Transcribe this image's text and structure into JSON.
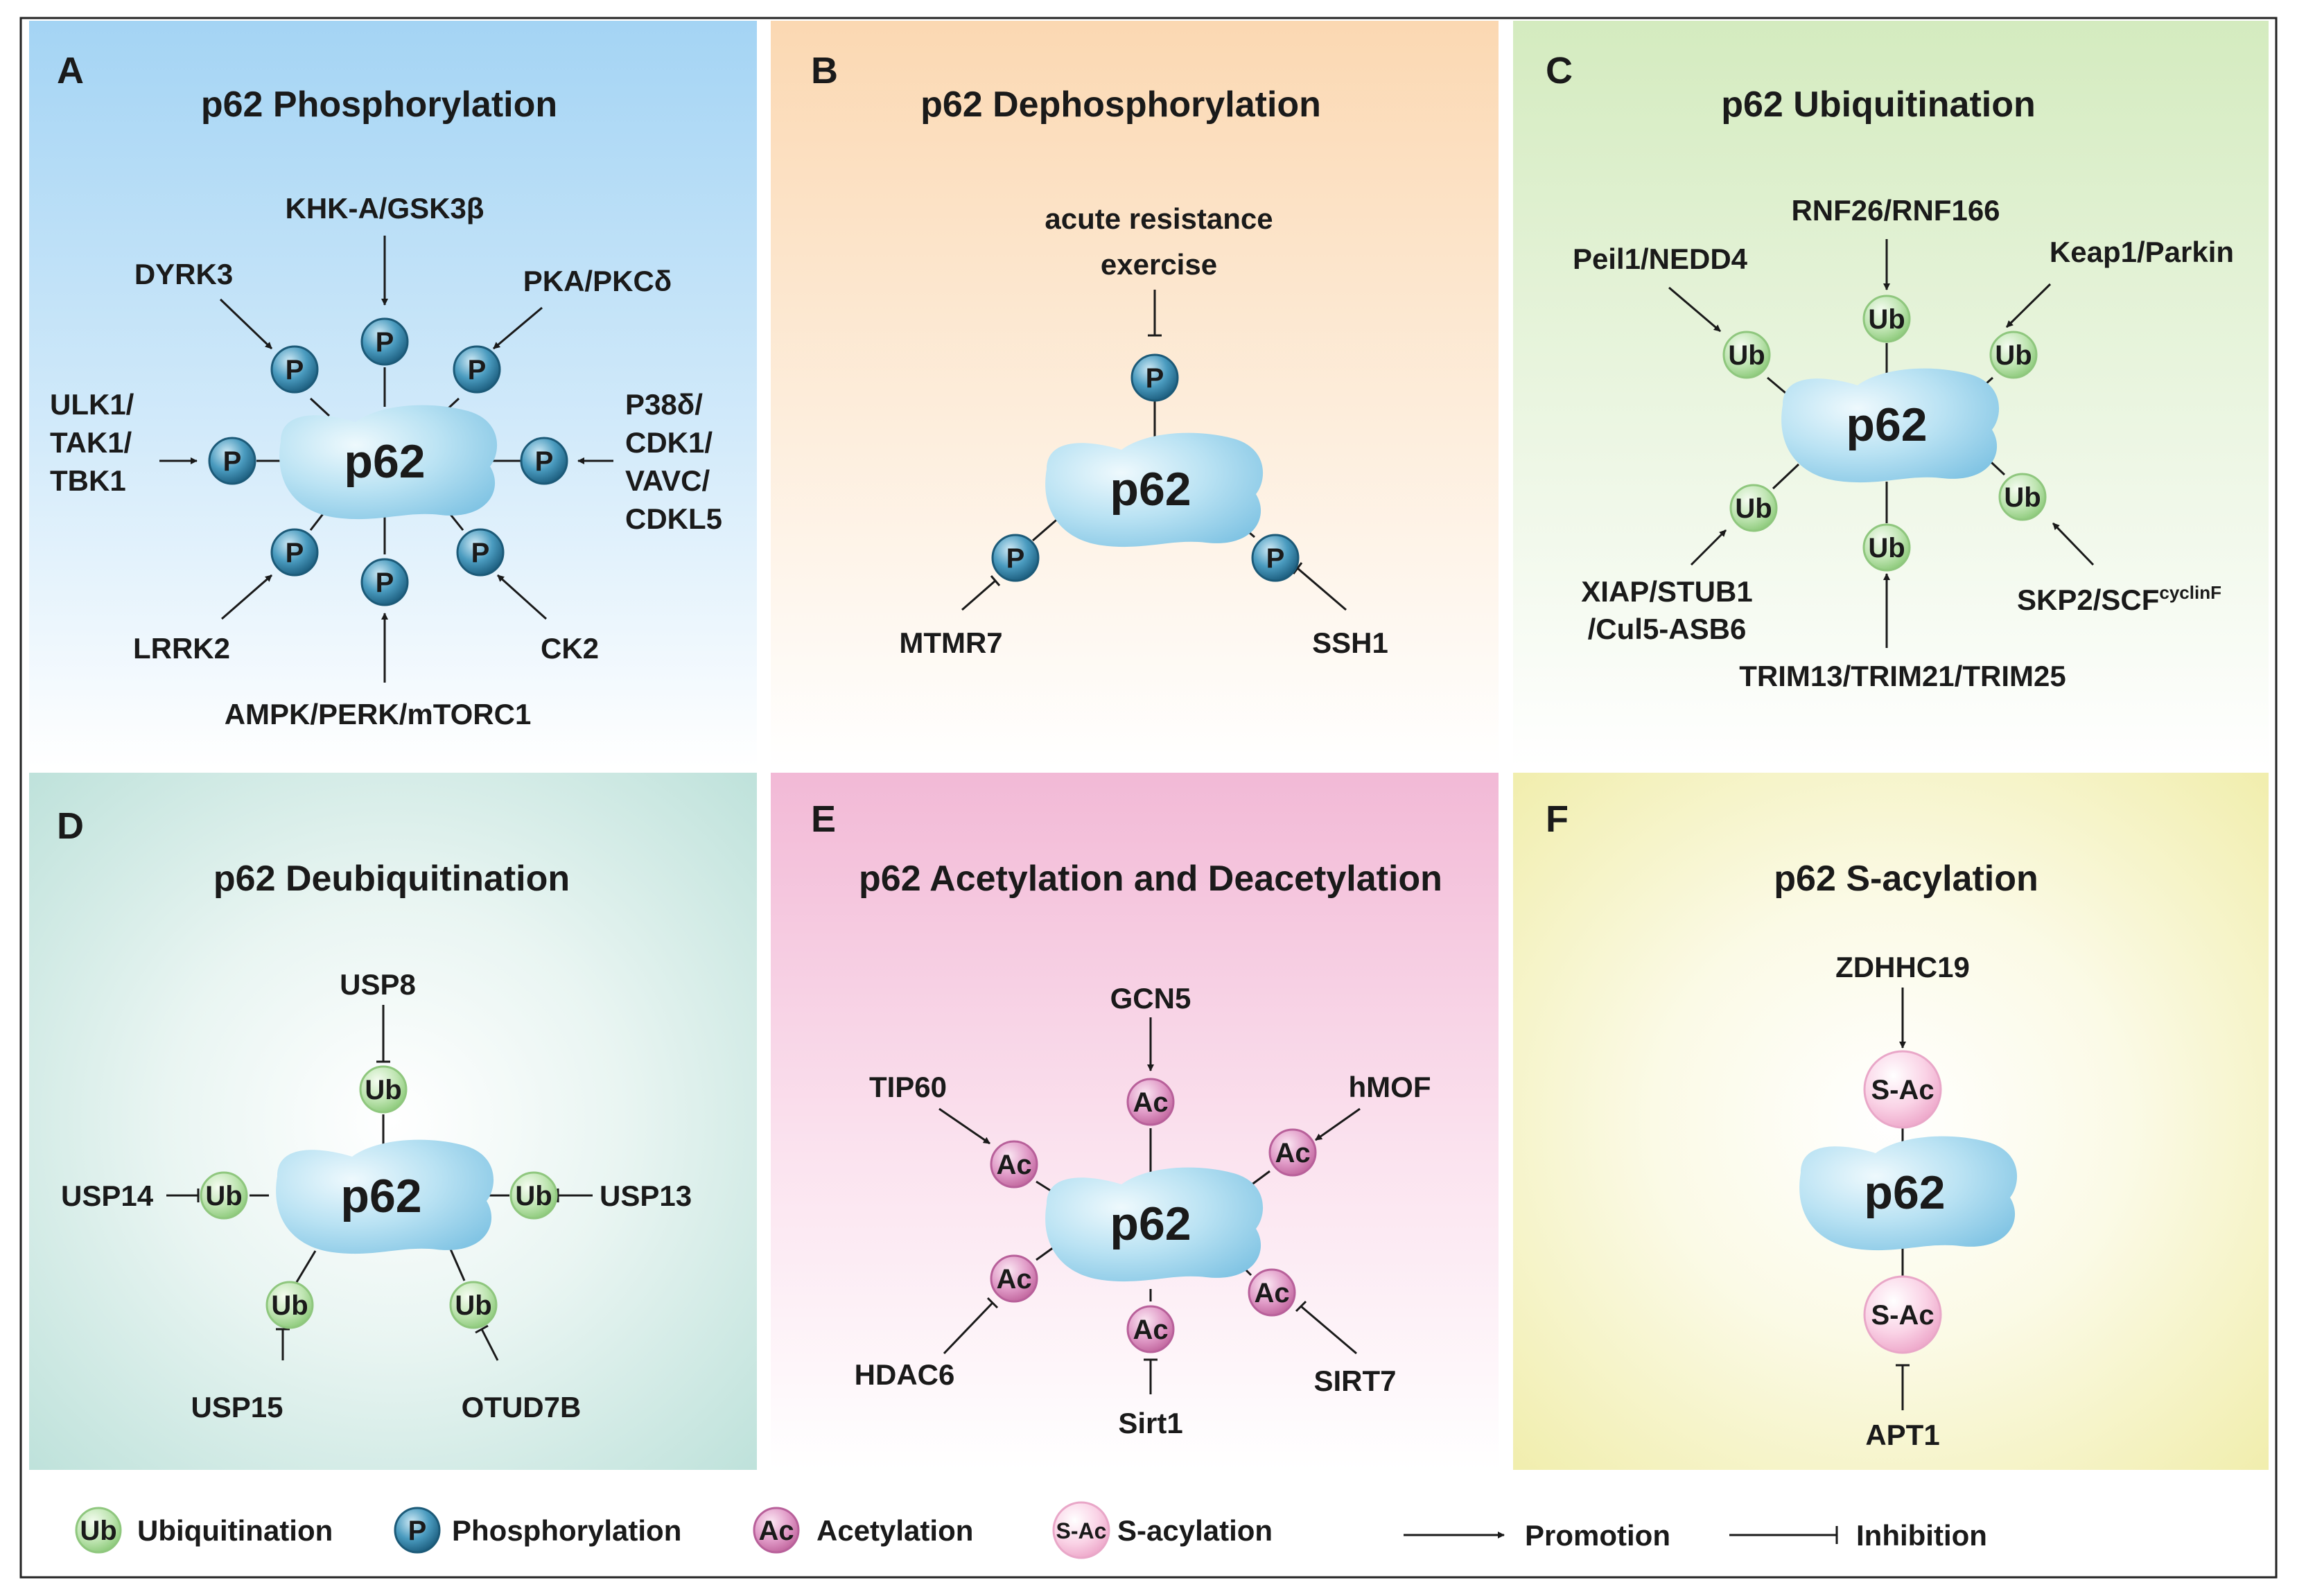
{
  "figure": {
    "panels": {
      "A": {
        "letter": "A",
        "title": "p62 Phosphorylation",
        "center": "p62",
        "mod": "P",
        "labels": {
          "top": "KHK-A/GSK3β",
          "top_left": "DYRK3",
          "top_right": "PKA/PKCδ",
          "left": [
            "ULK1/",
            "TAK1/",
            "TBK1"
          ],
          "right": [
            "P38δ/",
            "CDK1/",
            "VAVC/",
            "CDKL5"
          ],
          "bottom_left": "LRRK2",
          "bottom_right": "CK2",
          "bottom": "AMPK/PERK/mTORC1"
        }
      },
      "B": {
        "letter": "B",
        "title": "p62 Dephosphorylation",
        "center": "p62",
        "mod": "P",
        "labels": {
          "top": [
            "acute resistance",
            "exercise"
          ],
          "bottom_left": "MTMR7",
          "bottom_right": "SSH1"
        }
      },
      "C": {
        "letter": "C",
        "title": "p62 Ubiquitination",
        "center": "p62",
        "mod": "Ub",
        "labels": {
          "top": "RNF26/RNF166",
          "top_left": "Peil1/NEDD4",
          "top_right": "Keap1/Parkin",
          "bottom_left": [
            "XIAP/STUB1",
            "/Cul5-ASB6"
          ],
          "bottom": "TRIM13/TRIM21/TRIM25",
          "bottom_right": "SKP2/SCF",
          "bottom_right_sup": "cyclinF"
        }
      },
      "D": {
        "letter": "D",
        "title": "p62 Deubiquitination",
        "center": "p62",
        "mod": "Ub",
        "labels": {
          "top": "USP8",
          "left": "USP14",
          "right": "USP13",
          "bottom_left": "USP15",
          "bottom_right": "OTUD7B"
        }
      },
      "E": {
        "letter": "E",
        "title": "p62 Acetylation and Deacetylation",
        "center": "p62",
        "mod": "Ac",
        "labels": {
          "top": "GCN5",
          "top_left": "TIP60",
          "top_right": "hMOF",
          "bottom_left": "HDAC6",
          "bottom": "Sirt1",
          "bottom_right": "SIRT7"
        }
      },
      "F": {
        "letter": "F",
        "title": "p62 S-acylation",
        "center": "p62",
        "mod": "S-Ac",
        "labels": {
          "top": "ZDHHC19",
          "bottom": "APT1"
        }
      }
    },
    "legend": {
      "ub_symbol": "Ub",
      "ub_label": "Ubiquitination",
      "p_symbol": "P",
      "p_label": "Phosphorylation",
      "ac_symbol": "Ac",
      "ac_label": "Acetylation",
      "sac_symbol": "S-Ac",
      "sac_label": "S-acylation",
      "promotion_label": "Promotion",
      "inhibition_label": "Inhibition"
    },
    "colors": {
      "phospho_fill": "#2f7fa3",
      "ub_fill": "#b9e0ab",
      "ac_fill": "#d98fbf",
      "sac_fill": "#f7c9df",
      "blob": "#a8d8ee",
      "panel_a_bg": "#a9d6f5",
      "panel_b_bg": "#fbdcb8",
      "panel_c_bg": "#d7ecc2",
      "panel_d_bg": "#c7e6e0",
      "panel_e_bg": "#f3c0da",
      "panel_f_bg": "#f4f1bb"
    }
  }
}
